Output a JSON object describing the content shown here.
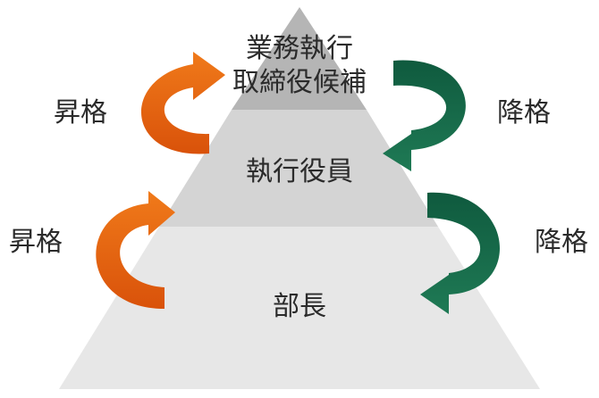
{
  "pyramid": {
    "tiers": [
      {
        "lines": [
          "業務執行",
          "取締役候補"
        ],
        "color": "#b5b5b5"
      },
      {
        "lines": [
          "執行役員"
        ],
        "color": "#d4d4d4"
      },
      {
        "lines": [
          "部長"
        ],
        "color": "#e7e7e7"
      }
    ]
  },
  "arrows": {
    "promotion_label": "昇格",
    "demotion_label": "降格",
    "promotion_color": "#e8600c",
    "demotion_color": "#17694a"
  }
}
